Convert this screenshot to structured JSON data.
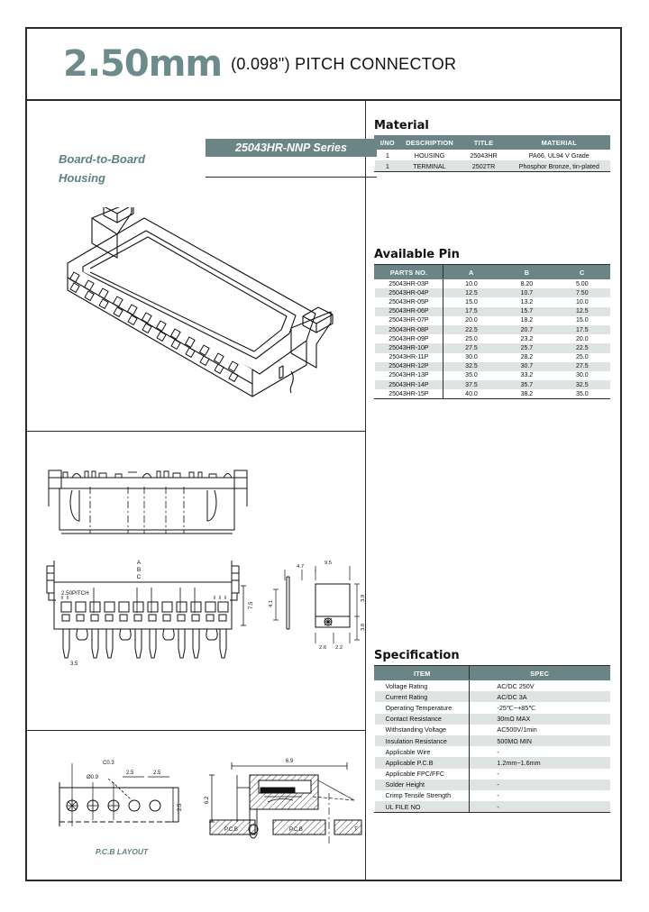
{
  "header": {
    "title_main": "2.50mm",
    "title_sub": "(0.098\") PITCH CONNECTOR"
  },
  "product": {
    "type_line1": "Board-to-Board",
    "type_line2": "Housing",
    "series": "25043HR-NNP Series"
  },
  "material": {
    "section_title": "Material",
    "columns": [
      "I/NO",
      "DESCRIPTION",
      "TITLE",
      "MATERIAL"
    ],
    "rows": [
      [
        "1",
        "HOUSING",
        "25043HR",
        "PA66, UL94 V Grade"
      ],
      [
        "1",
        "TERMINAL",
        "2502TR",
        "Phosphor Bronze, tin-plated"
      ]
    ]
  },
  "available_pin": {
    "section_title": "Available Pin",
    "columns": [
      "PARTS NO.",
      "A",
      "B",
      "C"
    ],
    "rows": [
      [
        "25043HR-03P",
        "10.0",
        "8.20",
        "5.00"
      ],
      [
        "25043HR-04P",
        "12.5",
        "10.7",
        "7.50"
      ],
      [
        "25043HR-05P",
        "15.0",
        "13.2",
        "10.0"
      ],
      [
        "25043HR-06P",
        "17.5",
        "15.7",
        "12.5"
      ],
      [
        "25043HR-07P",
        "20.0",
        "18.2",
        "15.0"
      ],
      [
        "25043HR-08P",
        "22.5",
        "20.7",
        "17.5"
      ],
      [
        "25043HR-09P",
        "25.0",
        "23.2",
        "20.0"
      ],
      [
        "25043HR-10P",
        "27.5",
        "25.7",
        "22.5"
      ],
      [
        "25043HR-11P",
        "30.0",
        "28.2",
        "25.0"
      ],
      [
        "25043HR-12P",
        "32.5",
        "30.7",
        "27.5"
      ],
      [
        "25043HR-13P",
        "35.0",
        "33.2",
        "30.0"
      ],
      [
        "25043HR-14P",
        "37.5",
        "35.7",
        "32.5"
      ],
      [
        "25043HR-15P",
        "40.0",
        "38.2",
        "35.0"
      ]
    ]
  },
  "specification": {
    "section_title": "Specification",
    "columns": [
      "ITEM",
      "SPEC"
    ],
    "rows": [
      [
        "Voltage Rating",
        "AC/DC 250V"
      ],
      [
        "Current Rating",
        "AC/DC 3A"
      ],
      [
        "Operating Temperature",
        "-25℃~+85℃"
      ],
      [
        "Contact Resistance",
        "30mΩ MAX"
      ],
      [
        "Withstanding Voltage",
        "AC500V/1min"
      ],
      [
        "Insulation Resistance",
        "500MΩ MIN"
      ],
      [
        "Applicable Wire",
        "-"
      ],
      [
        "Applicable P.C.B",
        "1.2mm~1.6mm"
      ],
      [
        "Applicable FPC/FFC",
        "-"
      ],
      [
        "Solder Height",
        "-"
      ],
      [
        "Crimp Tensile Strength",
        "-"
      ],
      [
        "UL FILE NO",
        "-"
      ]
    ]
  },
  "drawings": {
    "pitch_label": "2.50PITCH",
    "dim_a": "A",
    "dim_b": "B",
    "dim_c": "C",
    "front_height": "7.5",
    "front_pin_len": "3.5",
    "side_dim_1": "4.7",
    "side_dim_2": "9.5",
    "side_dim_3": "4.1",
    "side_dim_4": "3.9",
    "side_dim_5": "3.8",
    "side_dim_6": "2.6",
    "side_dim_7": "2.2",
    "pcb_label": "P.C.B LAYOUT",
    "pcb_dia": "Ø0.9",
    "pcb_note": "C0.3",
    "pcb_pitch1": "2.5",
    "pcb_pitch2": "2.5",
    "pcb_height": "2.5",
    "section_total": "6.9",
    "section_h": "6.2",
    "section_pcb_l": "P.C.B",
    "section_pcb_r": "P.C.B",
    "section_t": "T"
  },
  "colors": {
    "accent": "#6b8586",
    "title": "#6d8b8d",
    "row_alt": "#dfe3e4",
    "line": "#2b2b2b"
  }
}
